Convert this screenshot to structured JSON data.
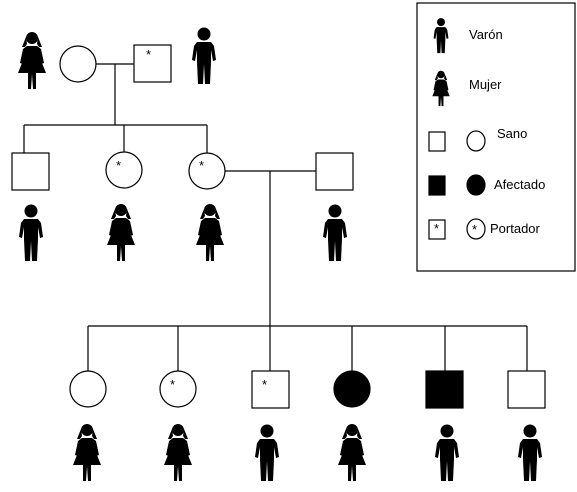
{
  "legend": {
    "varon_label": "Varón",
    "mujer_label": "Mujer",
    "sano_label": "Sano",
    "afectado_label": "Afectado",
    "portador_label": "Portador"
  },
  "carrier_mark": "*",
  "individuals": {
    "gen1": [
      {
        "sex": "female",
        "status": "healthy"
      },
      {
        "sex": "male",
        "status": "carrier"
      }
    ],
    "gen2": [
      {
        "sex": "male",
        "status": "healthy"
      },
      {
        "sex": "female",
        "status": "carrier"
      },
      {
        "sex": "female",
        "status": "carrier"
      },
      {
        "sex": "male",
        "status": "healthy",
        "role": "spouse"
      }
    ],
    "gen3": [
      {
        "sex": "female",
        "status": "healthy"
      },
      {
        "sex": "female",
        "status": "carrier"
      },
      {
        "sex": "male",
        "status": "carrier"
      },
      {
        "sex": "female",
        "status": "affected"
      },
      {
        "sex": "male",
        "status": "affected"
      },
      {
        "sex": "male",
        "status": "healthy"
      }
    ]
  }
}
